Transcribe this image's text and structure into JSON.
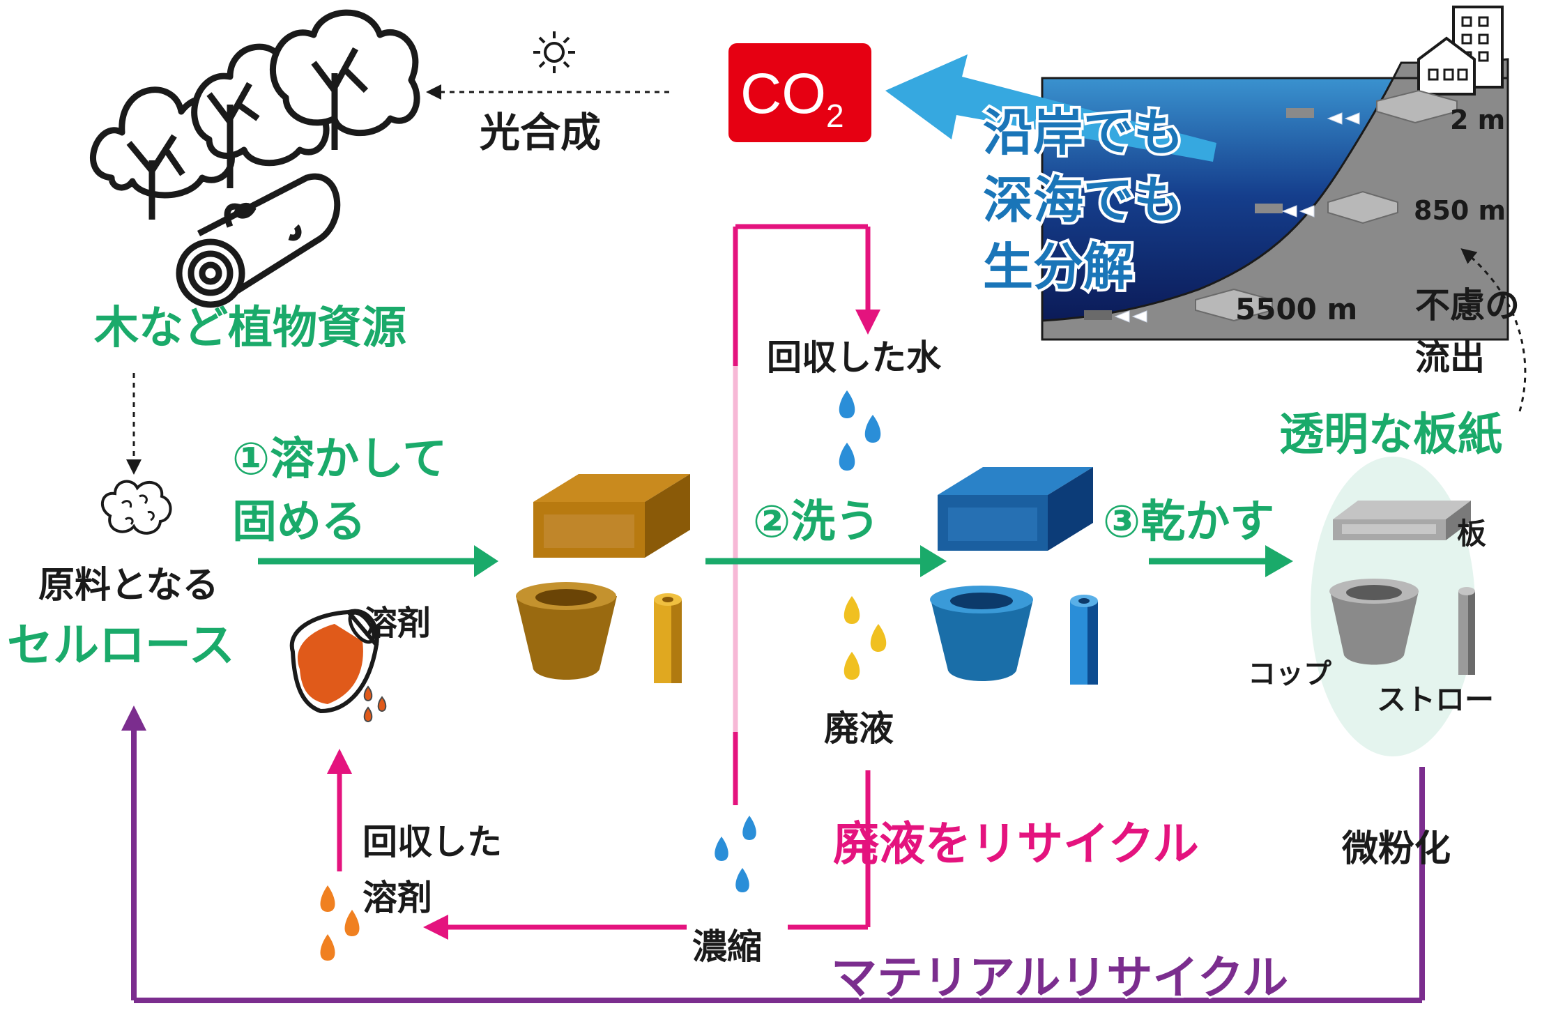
{
  "labels": {
    "photosynthesis": "光合成",
    "co2_main": "CO",
    "co2_sub": "2",
    "biodeg_line1": "沿岸でも",
    "biodeg_line2": "深海でも",
    "biodeg_line3": "生分解",
    "depth_shallow": "2 m",
    "depth_mid": "850 m",
    "depth_deep": "5500 m",
    "accidental_line1": "不慮の",
    "accidental_line2": "流出",
    "plant_resources": "木など植物資源",
    "recovered_water": "回収した水",
    "raw_material_line1": "原料となる",
    "raw_material_line2": "セルロース",
    "step1_line1": "①溶かして",
    "step1_line2": "固める",
    "solvent": "溶剤",
    "step2": "②洗う",
    "step3": "③乾かす",
    "transparent_board": "透明な板紙",
    "board": "板",
    "cup": "コップ",
    "straw": "ストロー",
    "waste_liquid": "廃液",
    "recovered_solvent_line1": "回収した",
    "recovered_solvent_line2": "溶剤",
    "waste_recycle": "廃液をリサイクル",
    "pulverize": "微粉化",
    "concentrate": "濃縮",
    "material_recycle": "マテリアルリサイクル"
  },
  "colors": {
    "green": "#1aaa6a",
    "magenta": "#e4137e",
    "purple": "#7b2d8e",
    "blue_arrow": "#36a8e0",
    "blue_text": "#1a75b8",
    "co2_red": "#e60012",
    "brown": "#b07a10",
    "blue_obj": "#1a6ea8",
    "gray_obj": "#a0a0a0"
  }
}
